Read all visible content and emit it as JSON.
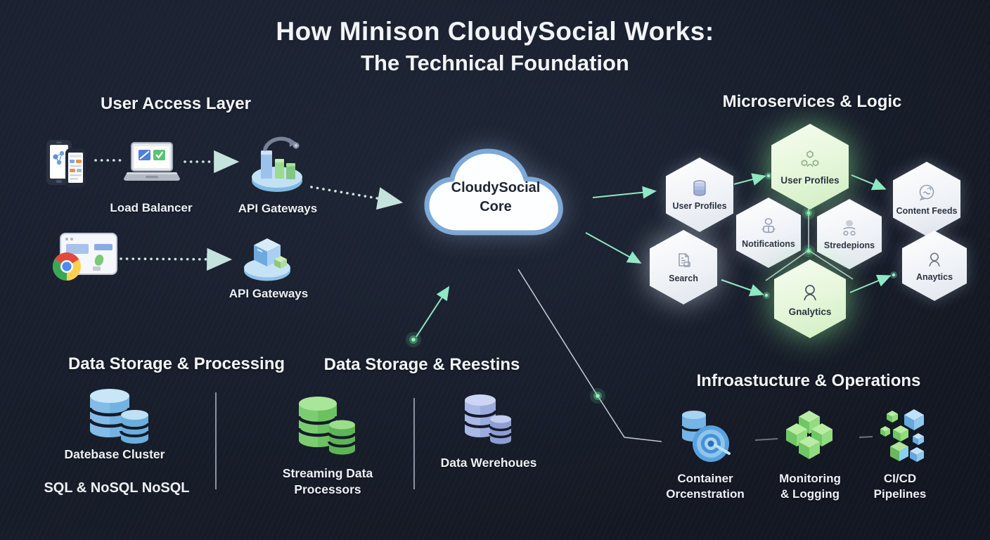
{
  "title": {
    "line1": "How Minison CloudySocial Works:",
    "line2": "The Technical Foundation"
  },
  "user_access": {
    "heading": "User Access Layer",
    "load_balancer_label": "Load Balancer",
    "api_gateway_top_label": "API Gateways",
    "api_gateway_bottom_label": "API Gateways"
  },
  "core": {
    "line1": "CloudySocial",
    "line2": "Core"
  },
  "microservices": {
    "heading": "Microservices & Logic",
    "hexagons": [
      {
        "label": "User Profiles",
        "icon": "database-stack-icon",
        "variant": "white"
      },
      {
        "label": "User Profiles",
        "icon": "team-icon",
        "variant": "green"
      },
      {
        "label": "Notifications",
        "icon": "person-reading-icon",
        "variant": "white"
      },
      {
        "label": "Stredepions",
        "icon": "user-drops-icon",
        "variant": "white"
      },
      {
        "label": "Content Feeds",
        "icon": "chat-sync-icon",
        "variant": "white"
      },
      {
        "label": "Search",
        "icon": "document-list-icon",
        "variant": "white"
      },
      {
        "label": "Gnalytics",
        "icon": "person-icon",
        "variant": "green"
      },
      {
        "label": "Anaytics",
        "icon": "person-icon",
        "variant": "white"
      }
    ]
  },
  "data_processing": {
    "heading": "Data Storage & Processing",
    "database_cluster_label": "Datebase Cluster",
    "sql_caption": "SQL & NoSQL NoSQL"
  },
  "data_reestins": {
    "heading": "Data Storage & Reestins",
    "streaming_line1": "Streaming Data",
    "streaming_line2": "Processors",
    "warehouse_label": "Data Werehoues"
  },
  "infrastructure": {
    "heading": "Infroastucture & Operations",
    "container_line1": "Container",
    "container_line2": "Orcenstration",
    "monitoring_line1": "Monitoring",
    "monitoring_line2": "& Logging",
    "cicd_line1": "CI/CD",
    "cicd_line2": "Pipelines"
  },
  "colors": {
    "background": "#161b27",
    "accent_teal": "#8fe8c4",
    "glow_green": "#7df0a8",
    "cloud_border": "#7da9d8",
    "db_blue": "#79b7e8",
    "db_green": "#7fd076",
    "db_lavender": "#b4c0e8"
  }
}
